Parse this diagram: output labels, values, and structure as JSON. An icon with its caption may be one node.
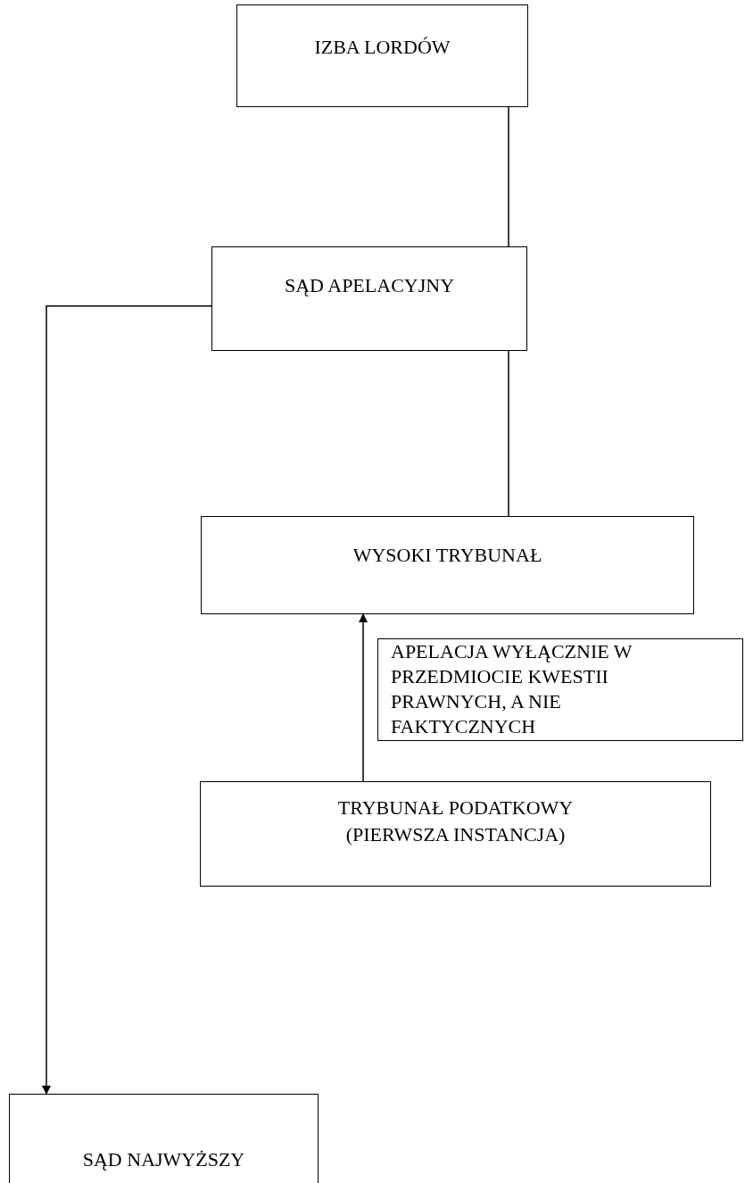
{
  "diagram": {
    "nodes": [
      {
        "text": [
          "IZBA LORDÓW"
        ]
      },
      {
        "text": [
          "SĄD APELACYJNY"
        ]
      },
      {
        "text": [
          "WYSOKI TRYBUNAŁ"
        ]
      },
      {
        "text": [
          "APELACJA WYŁĄCZNIE W PRZEDMIOCIE KWESTII PRAWNYCH, A NIE FAKTYCZNYCH"
        ]
      },
      {
        "text": [
          "TRYBUNAŁ PODATKOWY (PIERWSZA INSTANCJA)"
        ]
      },
      {
        "text": [
          "SĄD NAJWYŻSZY"
        ]
      }
    ],
    "edges": [
      {
        "from": 0,
        "to": 1,
        "arrow": "none"
      },
      {
        "from": 1,
        "to": 2,
        "arrow": "none"
      },
      {
        "from": 4,
        "to": 2,
        "arrow": "to"
      },
      {
        "from": 1,
        "to": 5,
        "arrow": "to"
      }
    ]
  }
}
